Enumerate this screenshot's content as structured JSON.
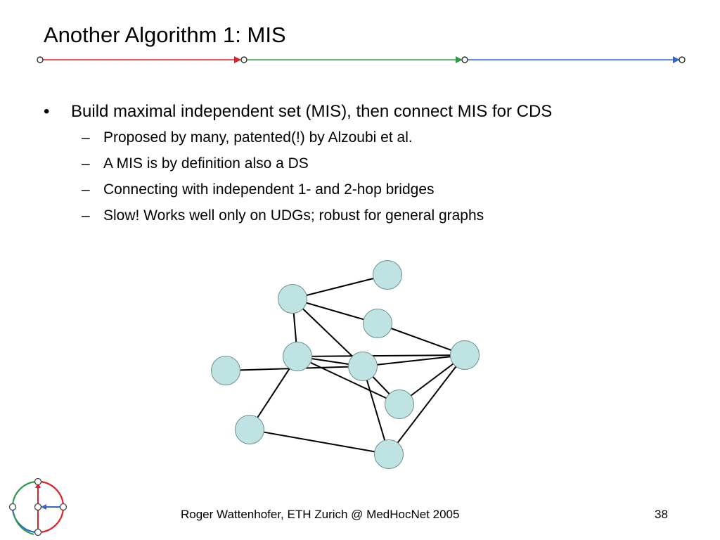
{
  "slide": {
    "title": "Another Algorithm 1: MIS",
    "bullet": {
      "marker": "•",
      "text": "Build maximal independent set (MIS), then connect MIS for CDS"
    },
    "sub_bullets": [
      {
        "marker": "–",
        "text": "Proposed by many, patented(!) by Alzoubi et al."
      },
      {
        "marker": "–",
        "text": "A MIS is by definition also a DS"
      },
      {
        "marker": "–",
        "text": "Connecting with independent 1- and 2-hop bridges"
      },
      {
        "marker": "–",
        "text": "Slow! Works well only on UDGs; robust for general graphs"
      }
    ]
  },
  "timeline": {
    "colors": [
      "#e0202a",
      "#2e9a4c",
      "#3465c8"
    ]
  },
  "graph": {
    "node_color": "#bfe3e3",
    "edge_color": "#000000",
    "nodes": [
      "n1",
      "n2",
      "n3",
      "n4",
      "n5",
      "n6",
      "n7",
      "n8",
      "n9",
      "n10"
    ],
    "edges": [
      [
        "n1",
        "n2"
      ],
      [
        "n2",
        "n3"
      ],
      [
        "n2",
        "n6"
      ],
      [
        "n2",
        "n4"
      ],
      [
        "n3",
        "n5"
      ],
      [
        "n4",
        "n5"
      ],
      [
        "n4",
        "n6"
      ],
      [
        "n6",
        "n5"
      ],
      [
        "n4",
        "n8"
      ],
      [
        "n4",
        "n9"
      ],
      [
        "n6",
        "n7"
      ],
      [
        "n6",
        "n10"
      ],
      [
        "n6",
        "n8"
      ],
      [
        "n8",
        "n5"
      ],
      [
        "n9",
        "n10"
      ],
      [
        "n10",
        "n5"
      ]
    ]
  },
  "logo": {
    "colors": [
      "#e0202a",
      "#2e9a4c",
      "#3465c8"
    ]
  },
  "footer": {
    "text": "Roger Wattenhofer, ETH Zurich @ MedHocNet 2005",
    "page_number": "38"
  }
}
